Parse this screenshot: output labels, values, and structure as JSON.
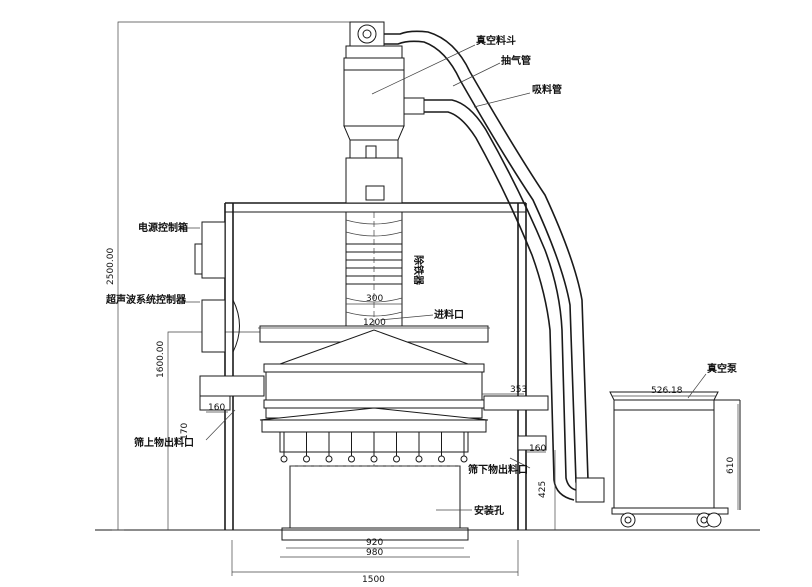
{
  "labels": {
    "vacuum_hopper": "真空料斗",
    "exhaust_pipe": "抽气管",
    "suction_pipe": "吸料管",
    "power_box": "电源控制箱",
    "ultrasonic_controller": "超声波系统控制器",
    "magnet": "除铁器",
    "inlet": "进料口",
    "vacuum_pump": "真空泵",
    "upper_outlet": "筛上物出料口",
    "lower_outlet": "筛下物出料口",
    "install_hole": "安装孔"
  },
  "dimensions": {
    "total_height": "2500.00",
    "mid_height": "1600.00",
    "d300": "300",
    "d1200": "1200",
    "d353": "353",
    "d160_left": "160",
    "d160_right": "160",
    "d170": "170",
    "d425": "425",
    "d920": "920",
    "d980": "980",
    "d1500": "1500",
    "d526": "526.18",
    "d610": "610"
  }
}
